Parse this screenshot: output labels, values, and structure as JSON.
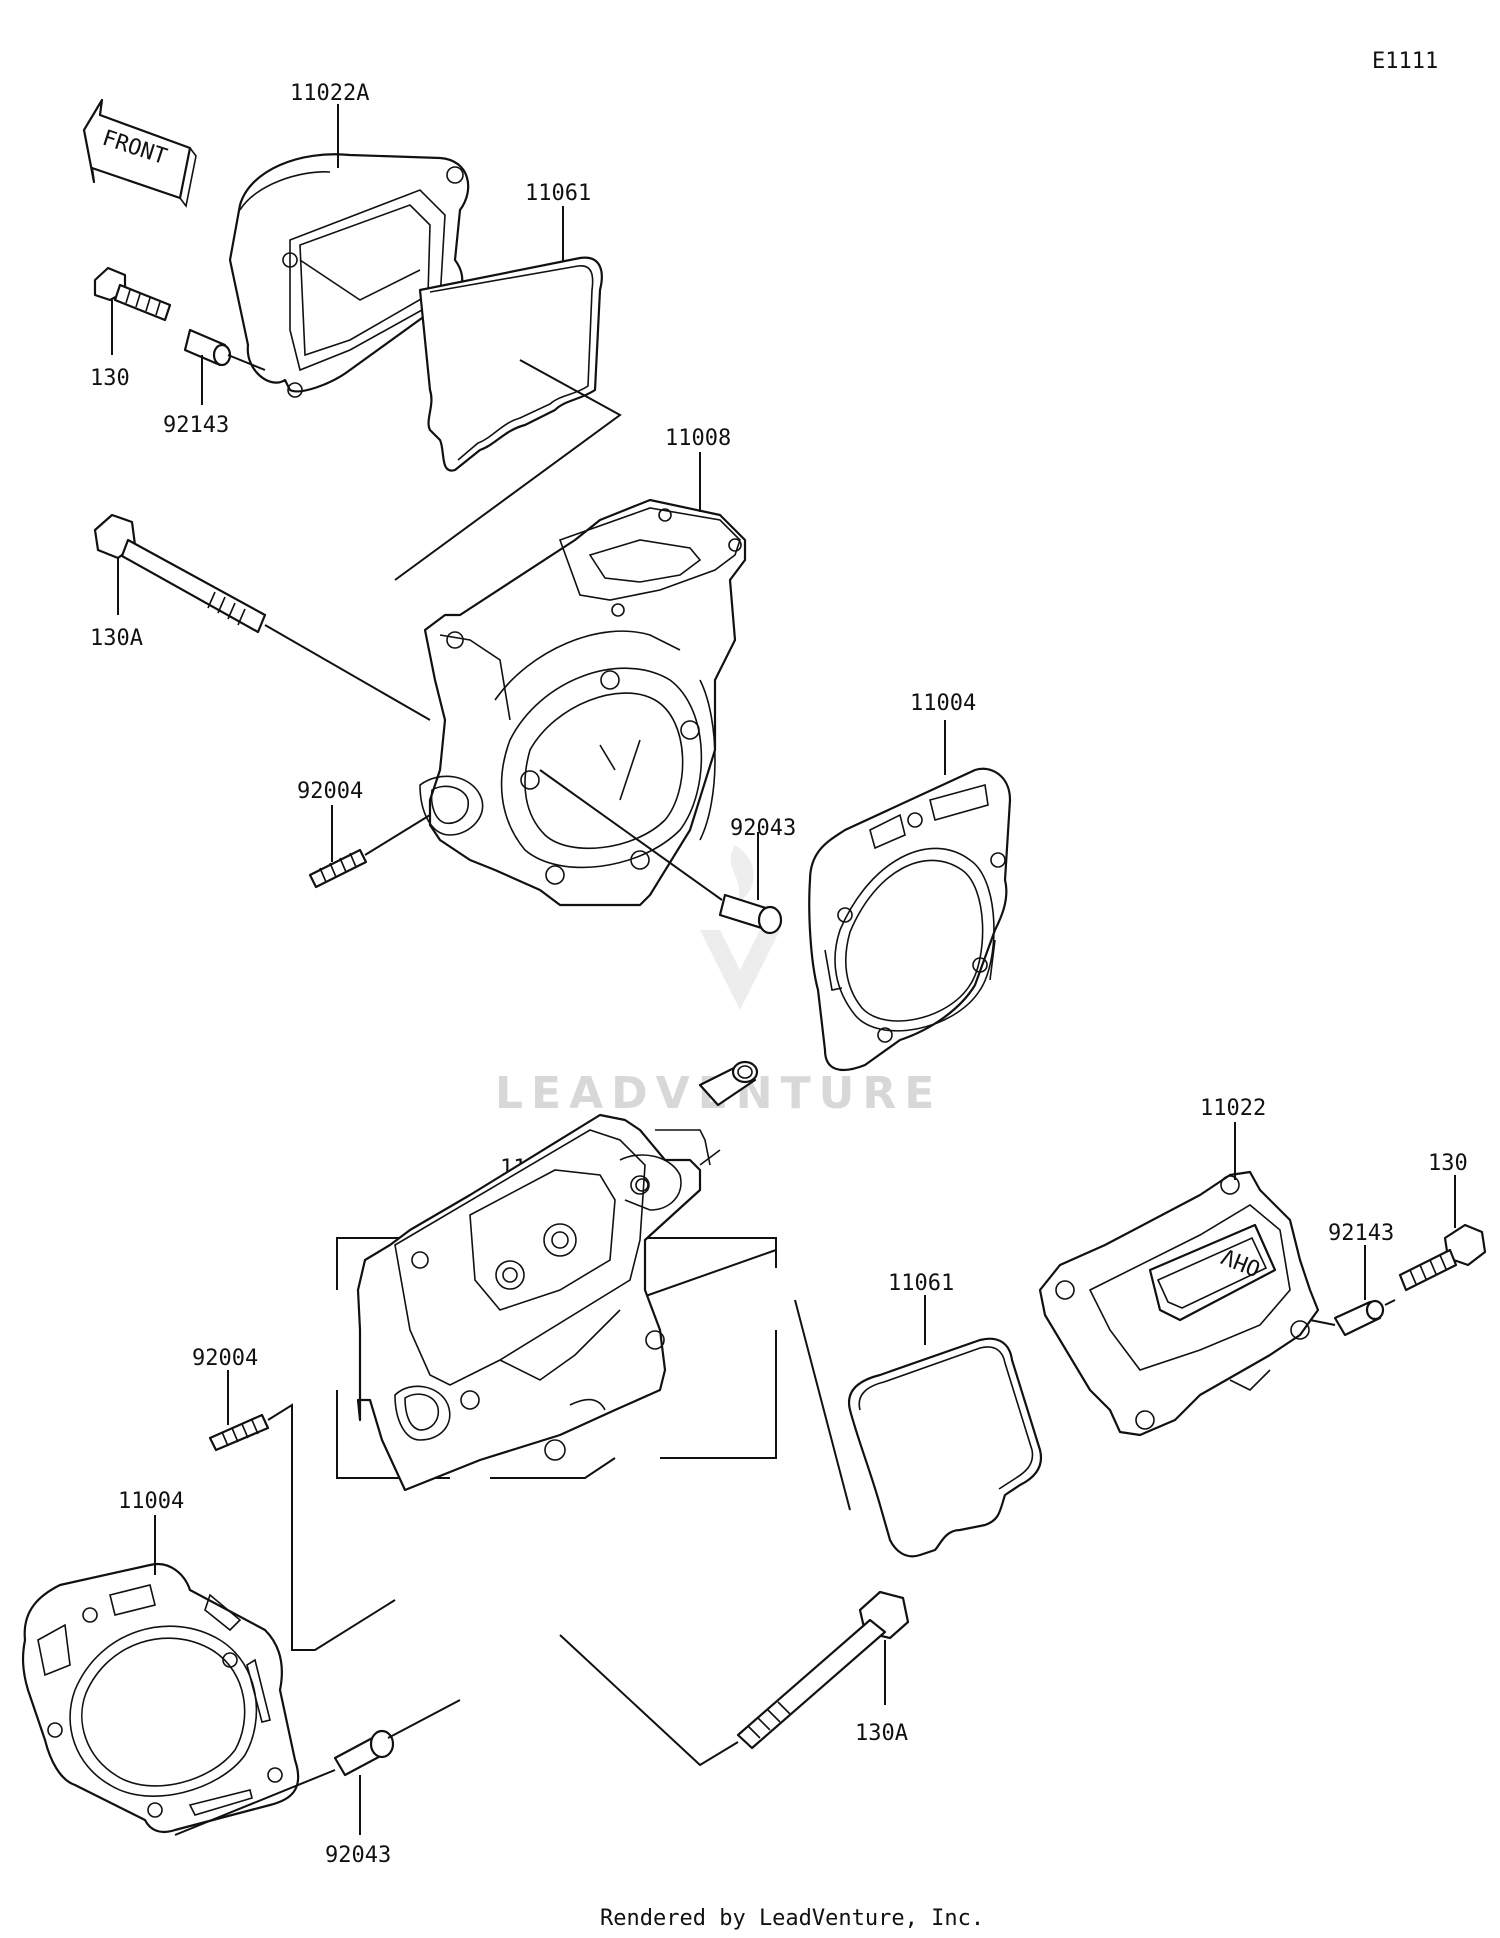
{
  "diagram_code": "E1111",
  "front_arrow_label": "FRONT",
  "watermark": "LEADVENTURE",
  "footer": "Rendered by LeadVenture, Inc.",
  "valve_cover_badge": "OHV",
  "labels": {
    "l11022A": "11022A",
    "l11061_top": "11061",
    "l130_top": "130",
    "l92143_top": "92143",
    "l11008": "11008",
    "l130A_top": "130A",
    "l11004_top": "11004",
    "l92004_top": "92004",
    "l92043_top": "92043",
    "l11022": "11022",
    "l130_right": "130",
    "l92143_right": "92143",
    "l11008A": "11008A",
    "l11061_bottom": "11061",
    "l92004_bottom": "92004",
    "l11004_bottom": "11004",
    "l92043_bottom": "92043",
    "l130A_bottom": "130A"
  }
}
